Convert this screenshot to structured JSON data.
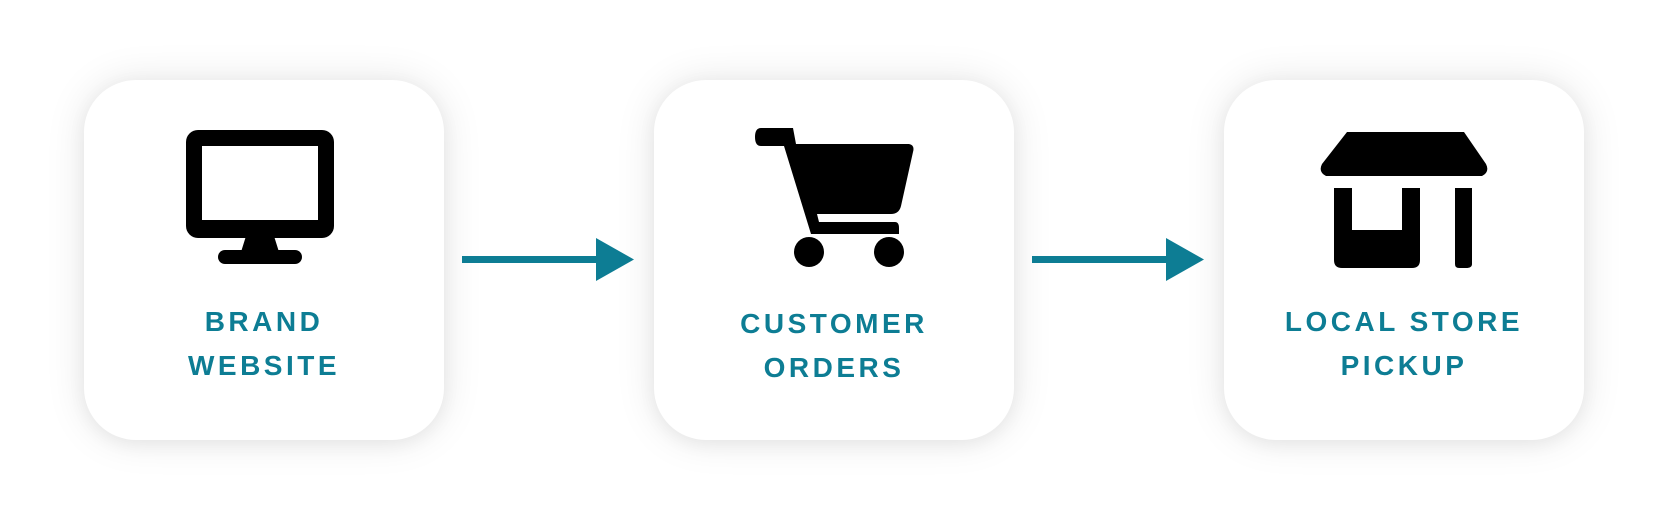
{
  "colors": {
    "accent": "#0d7d94",
    "icon": "#000000",
    "card_background": "#ffffff"
  },
  "steps": [
    {
      "icon": "monitor-icon",
      "line1": "BRAND",
      "line2": "WEBSITE"
    },
    {
      "icon": "shopping-cart-icon",
      "line1": "CUSTOMER",
      "line2": "ORDERS"
    },
    {
      "icon": "storefront-icon",
      "line1": "LOCAL STORE",
      "line2": "PICKUP"
    }
  ],
  "connectors": [
    {
      "icon": "arrow-right-icon"
    },
    {
      "icon": "arrow-right-icon"
    }
  ]
}
